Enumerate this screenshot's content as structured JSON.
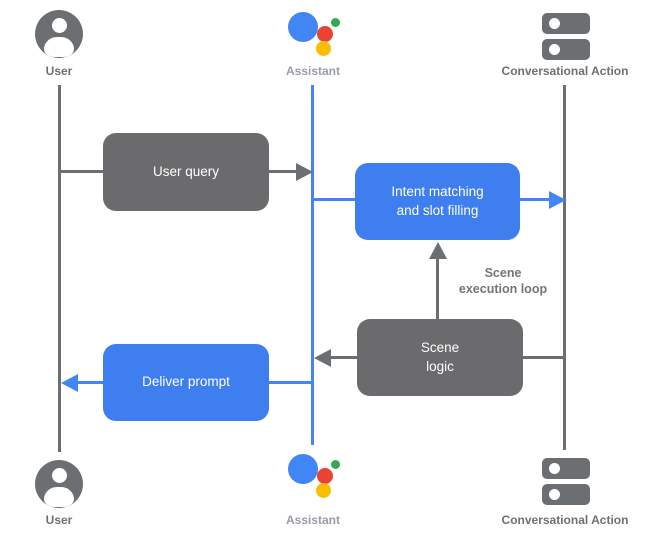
{
  "colors": {
    "line_gray": "#6B6F72",
    "box_gray": "#6B6B6D",
    "accent_blue": "#4285F4",
    "box_blue": "#3E7EEF",
    "assistant_red": "#EA4335",
    "assistant_yellow": "#FBBC04",
    "assistant_green": "#34A853",
    "label_dark_gray": "#6D7174",
    "label_light_gray": "#989EA4",
    "note_gray": "#757575"
  },
  "actors": {
    "top": {
      "user": {
        "label": "User",
        "icon": "user-avatar-icon"
      },
      "assistant": {
        "label": "Assistant",
        "icon": "google-assistant-icon"
      },
      "conversational_action": {
        "label": "Conversational Action",
        "icon": "server-stack-icon"
      }
    },
    "bottom": {
      "user": {
        "label": "User",
        "icon": "user-avatar-icon"
      },
      "assistant": {
        "label": "Assistant",
        "icon": "google-assistant-icon"
      },
      "conversational_action": {
        "label": "Conversational Action",
        "icon": "server-stack-icon"
      }
    }
  },
  "boxes": {
    "user_query": {
      "label": "User query"
    },
    "intent_matching": {
      "line1": "Intent matching",
      "line2": "and slot filling"
    },
    "scene_logic": {
      "line1": "Scene",
      "line2": "logic"
    },
    "deliver_prompt": {
      "label": "Deliver prompt"
    }
  },
  "annotations": {
    "scene_loop": {
      "line1": "Scene",
      "line2": "execution loop"
    }
  }
}
